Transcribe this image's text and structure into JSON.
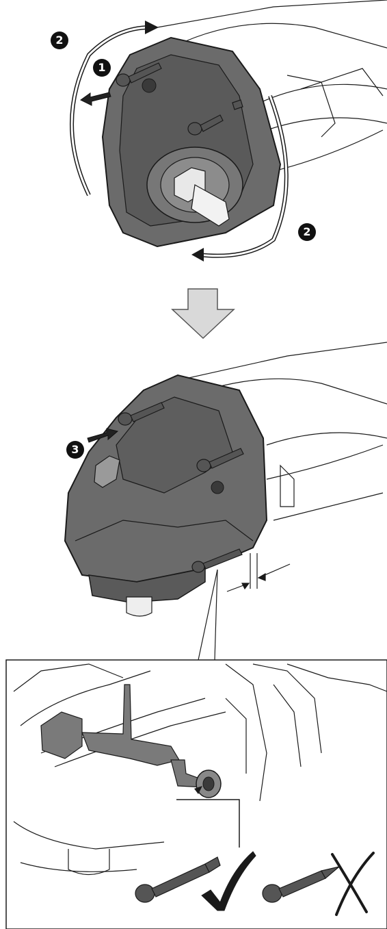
{
  "steps": {
    "step1": "1",
    "step2": "2",
    "step3": "3"
  },
  "colors": {
    "housing": "#6b6b6b",
    "housing_dark": "#4a4a4a",
    "housing_light": "#8c8c8c",
    "outline": "#1a1a1a",
    "arrow_gray": "#d9d9d9",
    "badge": "#111111"
  },
  "icons": {
    "correct": "check-mark-icon",
    "incorrect": "cross-mark-icon",
    "direction": "down-arrow-icon"
  }
}
